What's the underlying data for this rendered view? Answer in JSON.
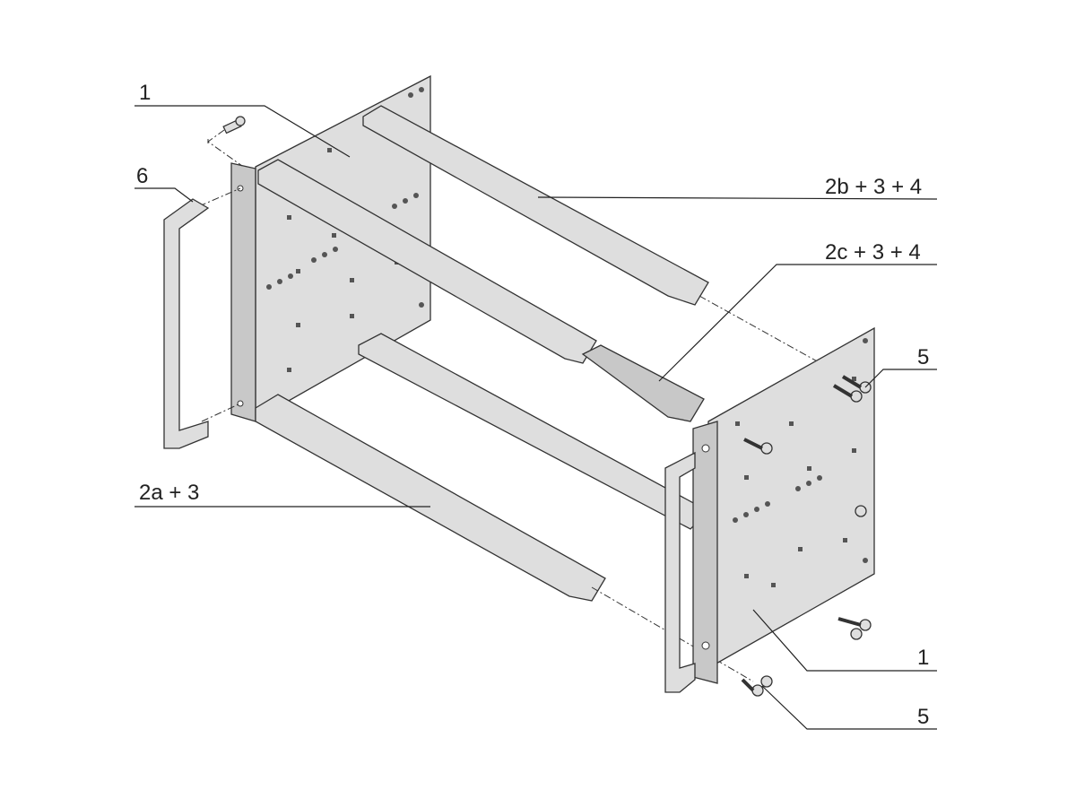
{
  "diagram": {
    "callouts": [
      {
        "id": "side-panel-left",
        "text": "1"
      },
      {
        "id": "handle-left",
        "text": "6"
      },
      {
        "id": "rail-top-rear",
        "text": "2b + 3 + 4"
      },
      {
        "id": "rail-top-front",
        "text": "2c + 3 + 4"
      },
      {
        "id": "screws-right-top",
        "text": "5"
      },
      {
        "id": "rail-bottom-front",
        "text": "2a + 3"
      },
      {
        "id": "side-panel-right",
        "text": "1"
      },
      {
        "id": "screws-right-bottom",
        "text": "5"
      }
    ]
  }
}
